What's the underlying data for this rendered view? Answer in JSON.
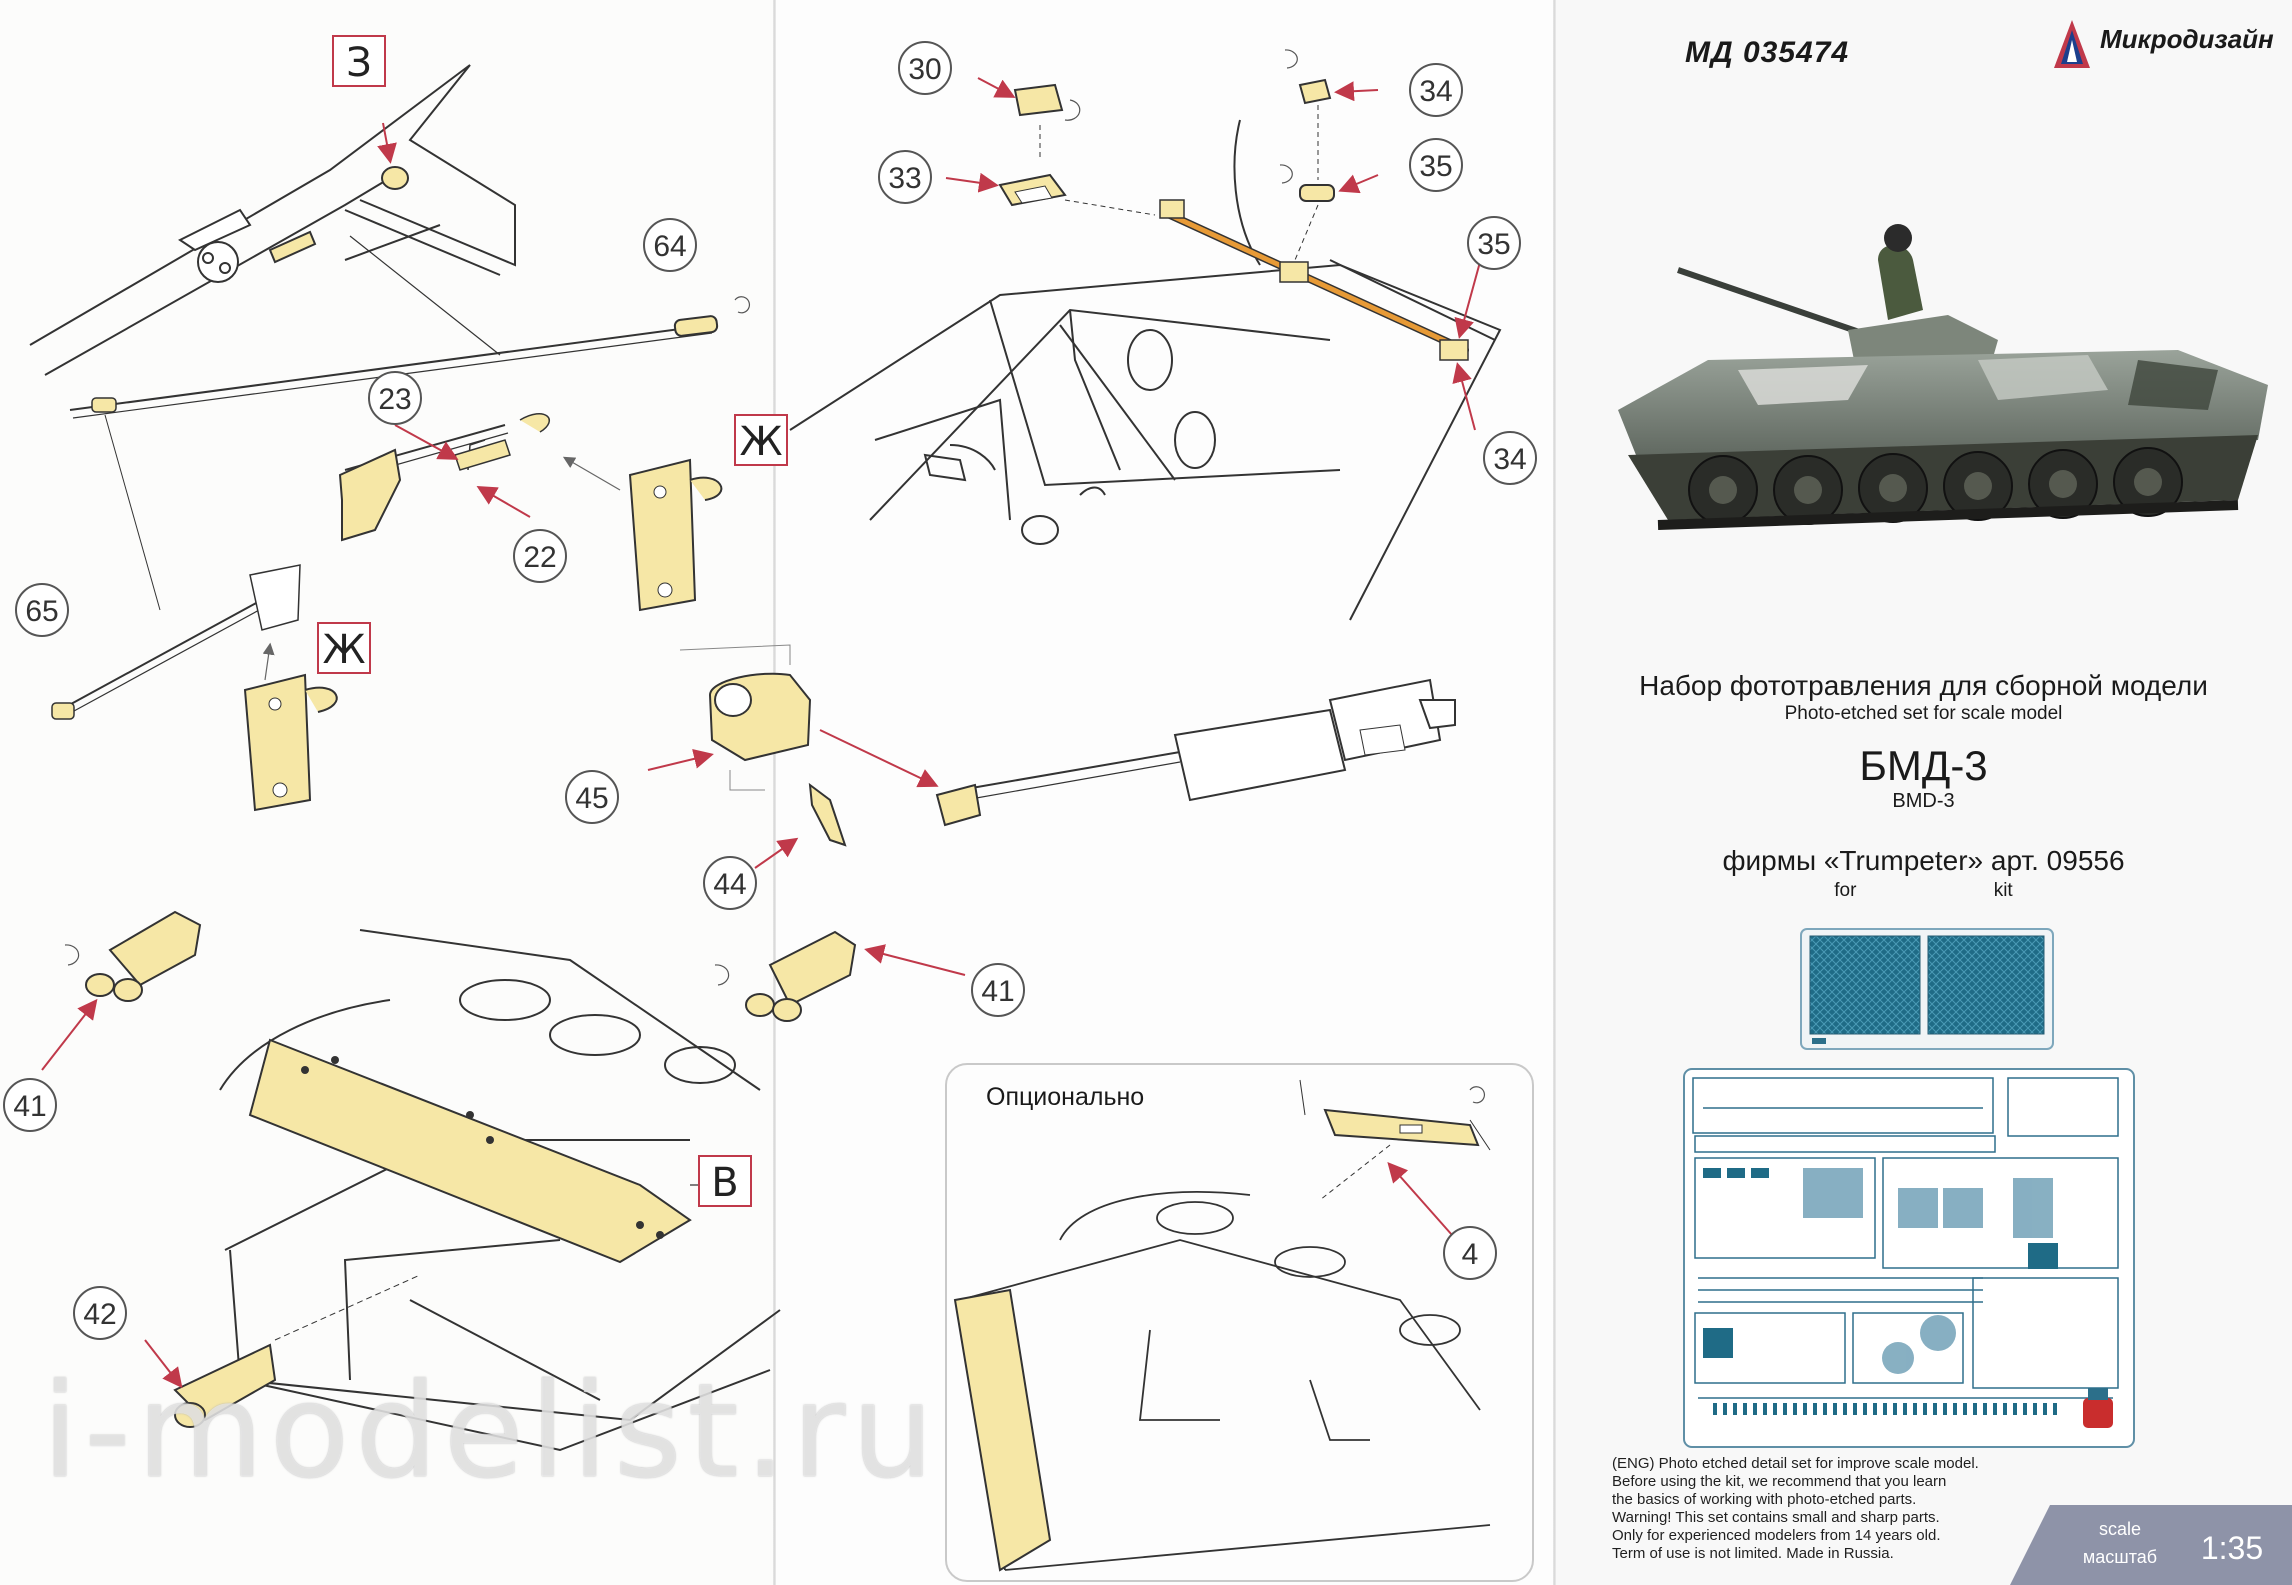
{
  "header": {
    "kit_code": "МД 035474",
    "brand": "Микродизайн"
  },
  "product": {
    "set_title_ru": "Набор фототравления для сборной модели",
    "set_title_en": "Photo-etched set for scale model",
    "model_ru": "БМД-3",
    "model_en": "BMD-3",
    "maker_ru": "фирмы «Trumpeter» арт. 09556",
    "maker_en": "for                          kit"
  },
  "callouts": {
    "c3": "З",
    "c64": "64",
    "c23": "23",
    "c22": "22",
    "cZh1": "Ж",
    "c65": "65",
    "cZh2": "Ж",
    "c41a": "41",
    "c42": "42",
    "cB": "В",
    "c30": "30",
    "c33": "33",
    "c34a": "34",
    "c35a": "35",
    "c35b": "35",
    "c34b": "34",
    "c45": "45",
    "c44": "44",
    "c41b": "41",
    "c4": "4"
  },
  "optional": {
    "label": "Опционально"
  },
  "notes": {
    "eng_lines": [
      "(ENG) Photo etched detail set for improve scale model.",
      "Before using the kit, we recommend that you learn",
      "the basics of working with photo-etched parts.",
      "Warning! This set contains small and sharp parts.",
      "Only for experienced modelers from 14 years old.",
      "Term of use is not limited. Made in Russia."
    ]
  },
  "scale": {
    "label_en": "scale",
    "label_ru": "масштаб",
    "value": "1:35"
  },
  "watermark": "i-modelist.ru",
  "colors": {
    "brass": "#f6e7a6",
    "orange_rod": "#e79a36",
    "callout_red": "#c0394a",
    "scale_tab": "#8e93a8"
  }
}
